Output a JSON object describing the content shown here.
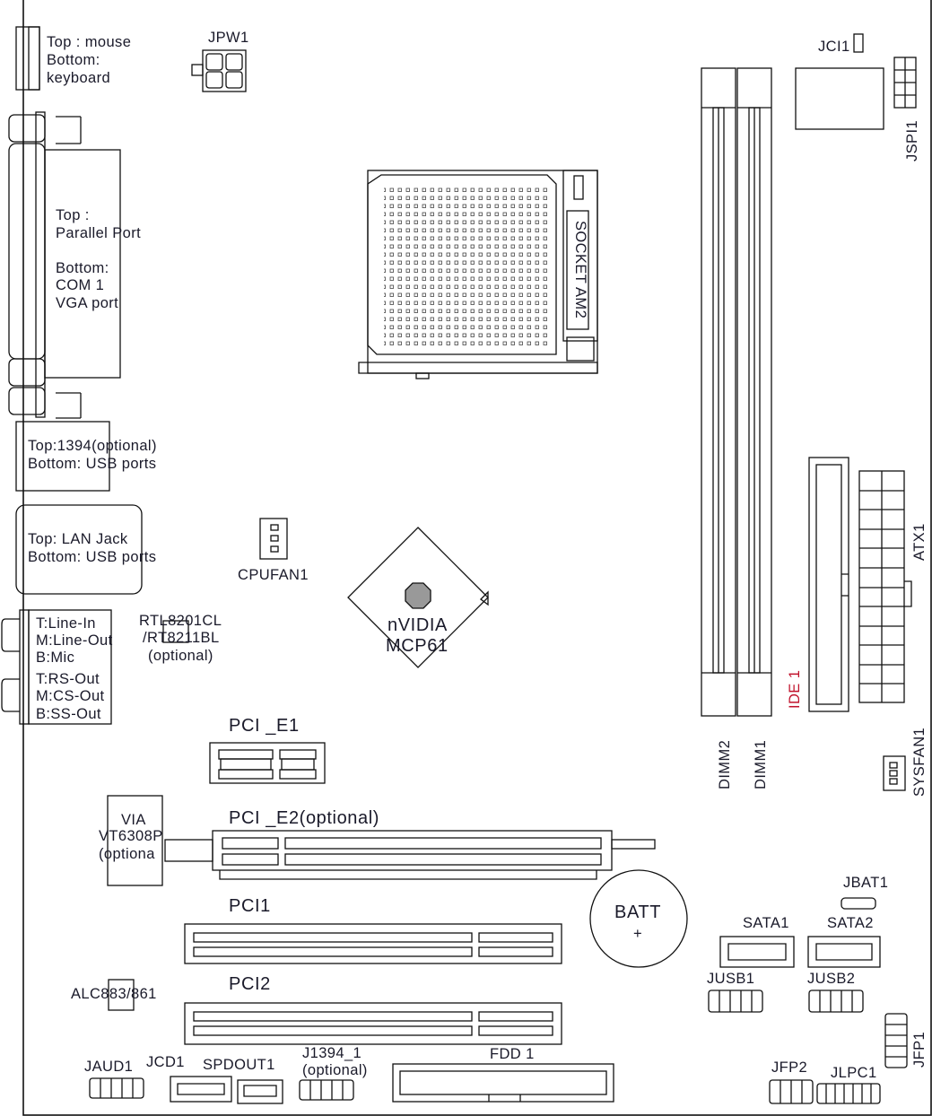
{
  "ps2": {
    "line1": "Top : mouse",
    "line2": "Bottom:",
    "line3": "keyboard"
  },
  "jpw1": "JPW1",
  "jci1": "JCI1",
  "jspi1": "JSPI1",
  "parallel": {
    "line1": "Top :",
    "line2": "Parallel Port",
    "line3": "Bottom:",
    "line4": "COM 1",
    "line5": "VGA port"
  },
  "socket": "SOCKET AM2",
  "usb1394": {
    "line1": "Top:1394(optional)",
    "line2": "Bottom: USB ports"
  },
  "lan": {
    "line1": "Top: LAN Jack",
    "line2": "Bottom: USB ports"
  },
  "cpufan": "CPUFAN1",
  "chipset": {
    "line1": "nVIDIA",
    "line2": "MCP61"
  },
  "audio": {
    "l1": "T:Line-In",
    "l2": "M:Line-Out",
    "l3": "B:Mic",
    "l4": "T:RS-Out",
    "l5": "M:CS-Out",
    "l6": "B:SS-Out"
  },
  "lanchip": {
    "line1": "RTL8201CL",
    "line2": "/RT8211BL",
    "line3": "(optional)"
  },
  "pcie1": "PCI _E1",
  "pcie2": "PCI _E2(optional)",
  "dimm2": "DIMM2",
  "dimm1": "DIMM1",
  "ide1": "IDE 1",
  "atx1": "ATX1",
  "sysfan1": "SYSFAN1",
  "via": {
    "line1": "VIA",
    "line2": "VT6308P",
    "line3": "(optiona"
  },
  "batt": {
    "line1": "BATT",
    "line2": "+"
  },
  "jbat1": "JBAT1",
  "sata1": "SATA1",
  "sata2": "SATA2",
  "pci1": "PCI1",
  "pci2": "PCI2",
  "jusb1": "JUSB1",
  "jusb2": "JUSB2",
  "alc": "ALC883/861",
  "jfp1": "JFP1",
  "fdd1": "FDD 1",
  "jaud1": "JAUD1",
  "jcd1": "JCD1",
  "spdout1": "SPDOUT1",
  "j1394": {
    "line1": "J1394_1",
    "line2": "(optional)"
  },
  "jfp2": "JFP2",
  "jlpc1": "JLPC1"
}
